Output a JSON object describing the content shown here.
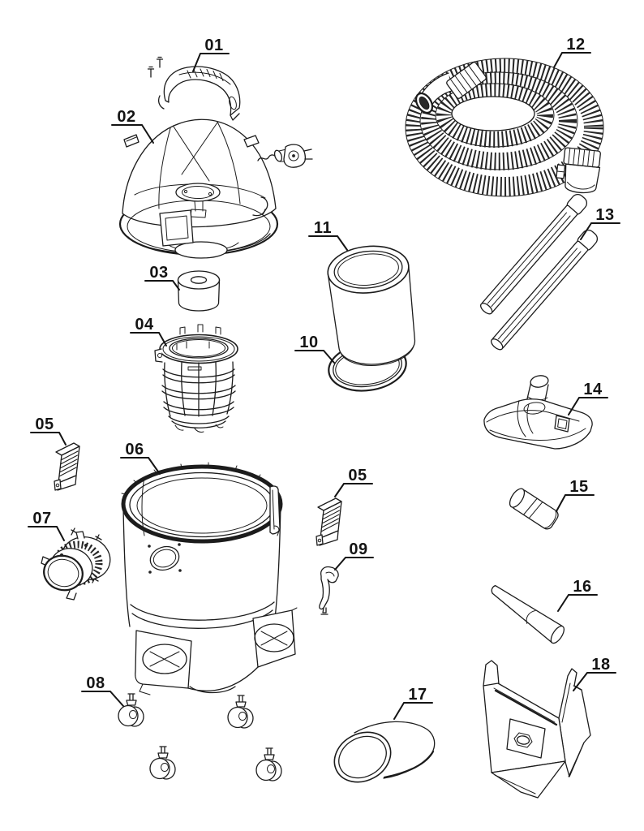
{
  "diagram": {
    "kind": "exploded-parts-diagram",
    "device": "wet-dry vacuum cleaner",
    "colors": {
      "line": "#1c1c1c",
      "label": "#141414",
      "bg": "#ffffff"
    },
    "parts": [
      {
        "number": "01"
      },
      {
        "number": "02"
      },
      {
        "number": "03"
      },
      {
        "number": "04"
      },
      {
        "number": "05"
      },
      {
        "number": "06"
      },
      {
        "number": "07"
      },
      {
        "number": "08"
      },
      {
        "number": "05"
      },
      {
        "number": "09"
      },
      {
        "number": "10"
      },
      {
        "number": "11"
      },
      {
        "number": "12"
      },
      {
        "number": "13"
      },
      {
        "number": "14"
      },
      {
        "number": "15"
      },
      {
        "number": "16"
      },
      {
        "number": "17"
      },
      {
        "number": "18"
      }
    ]
  }
}
